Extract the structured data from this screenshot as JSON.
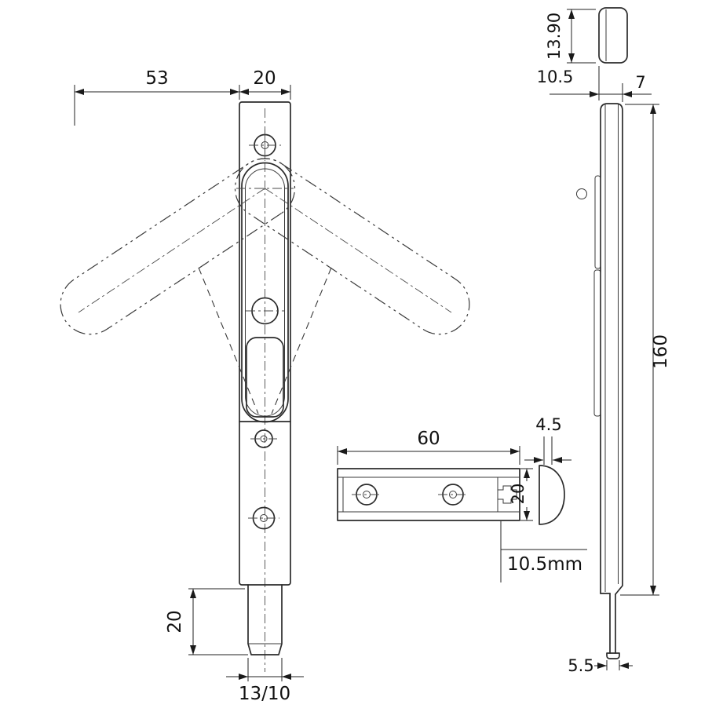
{
  "dims": {
    "front_53": "53",
    "front_20_top": "20",
    "front_20_bolt": "20",
    "front_13_10": "13/10",
    "keeper_60": "60",
    "keeper_4_5": "4.5",
    "keeper_20": "20",
    "keeper_10_5mm": "10.5mm",
    "side_13_90": "13.90",
    "side_10_5": "10.5",
    "side_7": "7",
    "side_160": "160",
    "side_5_5": "5.5"
  },
  "colors": {
    "line": "#2b2b2b",
    "dimension": "#222222",
    "background": "#ffffff"
  }
}
